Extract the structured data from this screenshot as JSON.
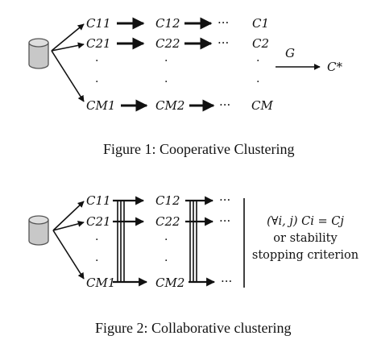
{
  "figure1": {
    "caption": "Figure 1: Cooperative Clustering",
    "rows": [
      [
        "C11",
        "C12",
        "C1"
      ],
      [
        "C21",
        "C22",
        "C2"
      ],
      [
        "CM1",
        "CM2",
        "CM"
      ]
    ],
    "ellipsis": "···",
    "vdots": "·",
    "combine_label": "G",
    "result_label": "C*"
  },
  "figure2": {
    "caption": "Figure 2: Collaborative clustering",
    "rows": [
      [
        "C11",
        "C12"
      ],
      [
        "C21",
        "C22"
      ],
      [
        "CM1",
        "CM2"
      ]
    ],
    "ellipsis": "···",
    "vdots": "·",
    "criterion_line1": "(∀i, j) Ci = Cj",
    "criterion_line2": "or stability",
    "criterion_line3": "stopping criterion"
  },
  "icons": {
    "database": "database-cylinder-icon"
  }
}
